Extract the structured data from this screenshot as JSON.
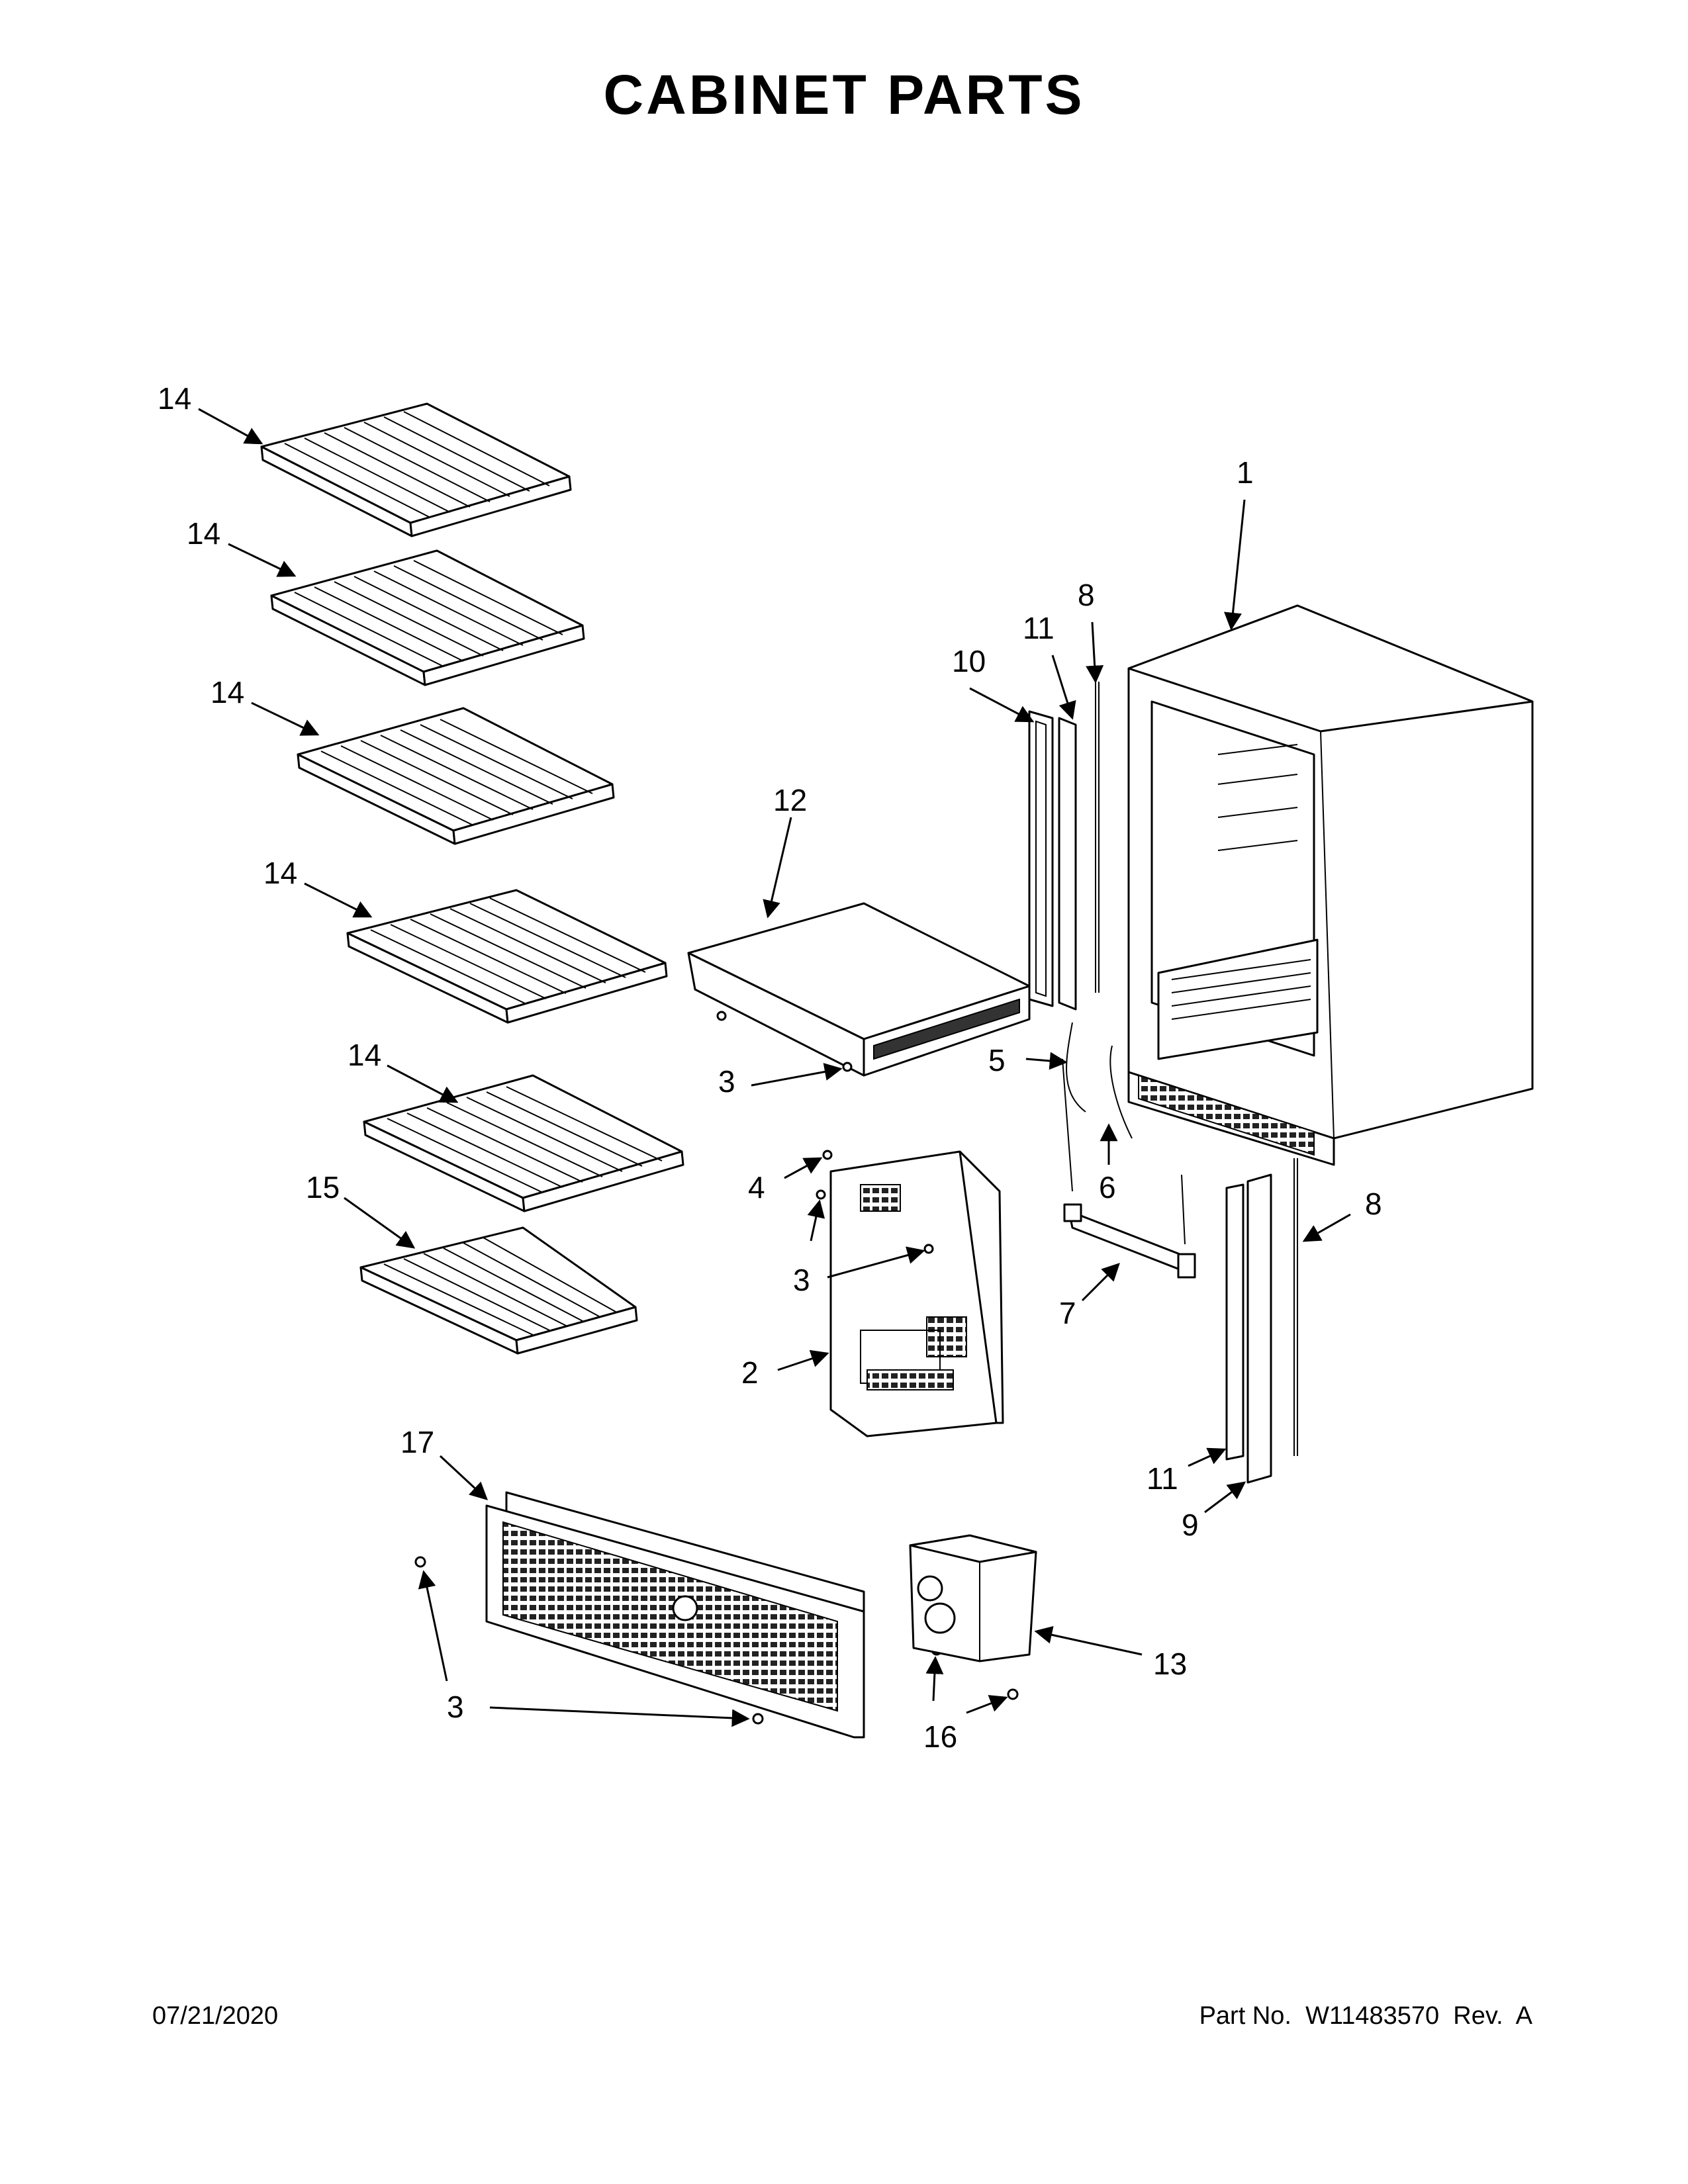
{
  "title": "CABINET PARTS",
  "footer": {
    "date": "07/21/2020",
    "part_number": "Part No.  W11483570  Rev.  A"
  },
  "callouts": [
    {
      "id": "c14a",
      "label": "14"
    },
    {
      "id": "c14b",
      "label": "14"
    },
    {
      "id": "c14c",
      "label": "14"
    },
    {
      "id": "c14d",
      "label": "14"
    },
    {
      "id": "c14e",
      "label": "14"
    },
    {
      "id": "c15",
      "label": "15"
    },
    {
      "id": "c12",
      "label": "12"
    },
    {
      "id": "c3a",
      "label": "3"
    },
    {
      "id": "c4",
      "label": "4"
    },
    {
      "id": "c3b",
      "label": "3"
    },
    {
      "id": "c2",
      "label": "2"
    },
    {
      "id": "c10",
      "label": "10"
    },
    {
      "id": "c11a",
      "label": "11"
    },
    {
      "id": "c8a",
      "label": "8"
    },
    {
      "id": "c1",
      "label": "1"
    },
    {
      "id": "c5",
      "label": "5"
    },
    {
      "id": "c6",
      "label": "6"
    },
    {
      "id": "c7",
      "label": "7"
    },
    {
      "id": "c8b",
      "label": "8"
    },
    {
      "id": "c11b",
      "label": "11"
    },
    {
      "id": "c9",
      "label": "9"
    },
    {
      "id": "c17",
      "label": "17"
    },
    {
      "id": "c3c",
      "label": "3"
    },
    {
      "id": "c13",
      "label": "13"
    },
    {
      "id": "c16",
      "label": "16"
    }
  ]
}
